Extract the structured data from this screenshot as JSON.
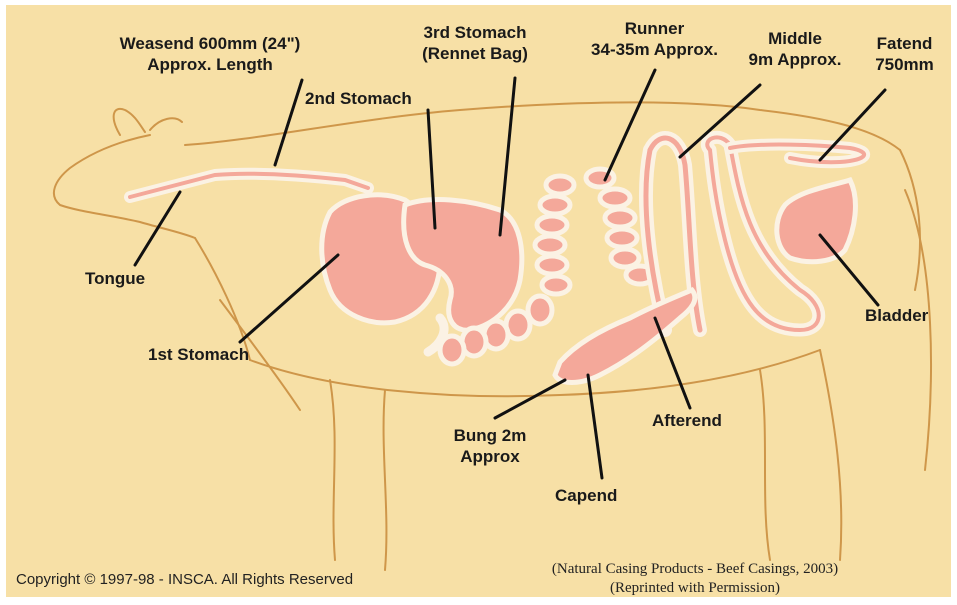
{
  "labels": {
    "weasend": [
      "Weasend 600mm (24\")",
      "Approx. Length"
    ],
    "second_stomach": "2nd Stomach",
    "third_stomach": [
      "3rd Stomach",
      "(Rennet Bag)"
    ],
    "runner": [
      "Runner",
      "34-35m Approx."
    ],
    "middle": [
      "Middle",
      "9m Approx."
    ],
    "fatend": [
      "Fatend",
      "750mm"
    ],
    "tongue": "Tongue",
    "first_stomach": "1st Stomach",
    "bladder": "Bladder",
    "afterend": "Afterend",
    "bung": [
      "Bung 2m",
      "Approx"
    ],
    "capend": "Capend"
  },
  "copyright": "Copyright © 1997-98 - INSCA. All Rights Reserved",
  "citation": [
    "(Natural Casing Products - Beef Casings, 2003)",
    "(Reprinted with Permission)"
  ],
  "colors": {
    "background": "#f7e0a6",
    "organ_fill": "#f4a89a",
    "organ_outline": "#fbf2e4",
    "cow_outline": "#c88a3a",
    "leader_line": "#111111"
  }
}
